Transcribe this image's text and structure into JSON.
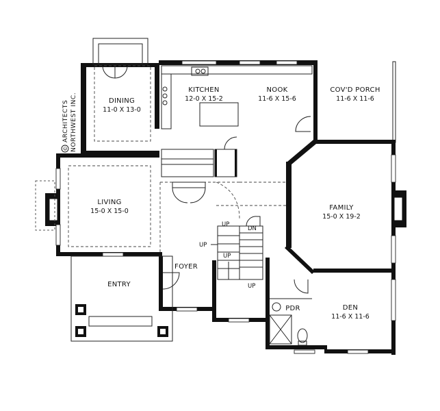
{
  "rooms": {
    "dining": {
      "name": "DINING",
      "dim": "11-0 X 13-0"
    },
    "kitchen": {
      "name": "KITCHEN",
      "dim": "12-0 X 15-2"
    },
    "nook": {
      "name": "NOOK",
      "dim": "11-6 X 15-6"
    },
    "porch": {
      "name": "COV'D PORCH",
      "dim": "11-6 X 11-6"
    },
    "living": {
      "name": "LIVING",
      "dim": "15-0 X 15-0"
    },
    "family": {
      "name": "FAMILY",
      "dim": "15-0 X 19-2"
    },
    "foyer": {
      "name": "FOYER"
    },
    "entry": {
      "name": "ENTRY"
    },
    "den": {
      "name": "DEN",
      "dim": "11-6 X 11-6"
    },
    "pdr": {
      "name": "PDR"
    }
  },
  "stairs": {
    "up1": "UP",
    "up2": "UP",
    "up3": "UP",
    "up4": "UP",
    "dn": "DN"
  },
  "credit": {
    "copyright_symbol": "©",
    "line1": "ARCHITECTS",
    "line2": "NORTHWEST INC."
  }
}
